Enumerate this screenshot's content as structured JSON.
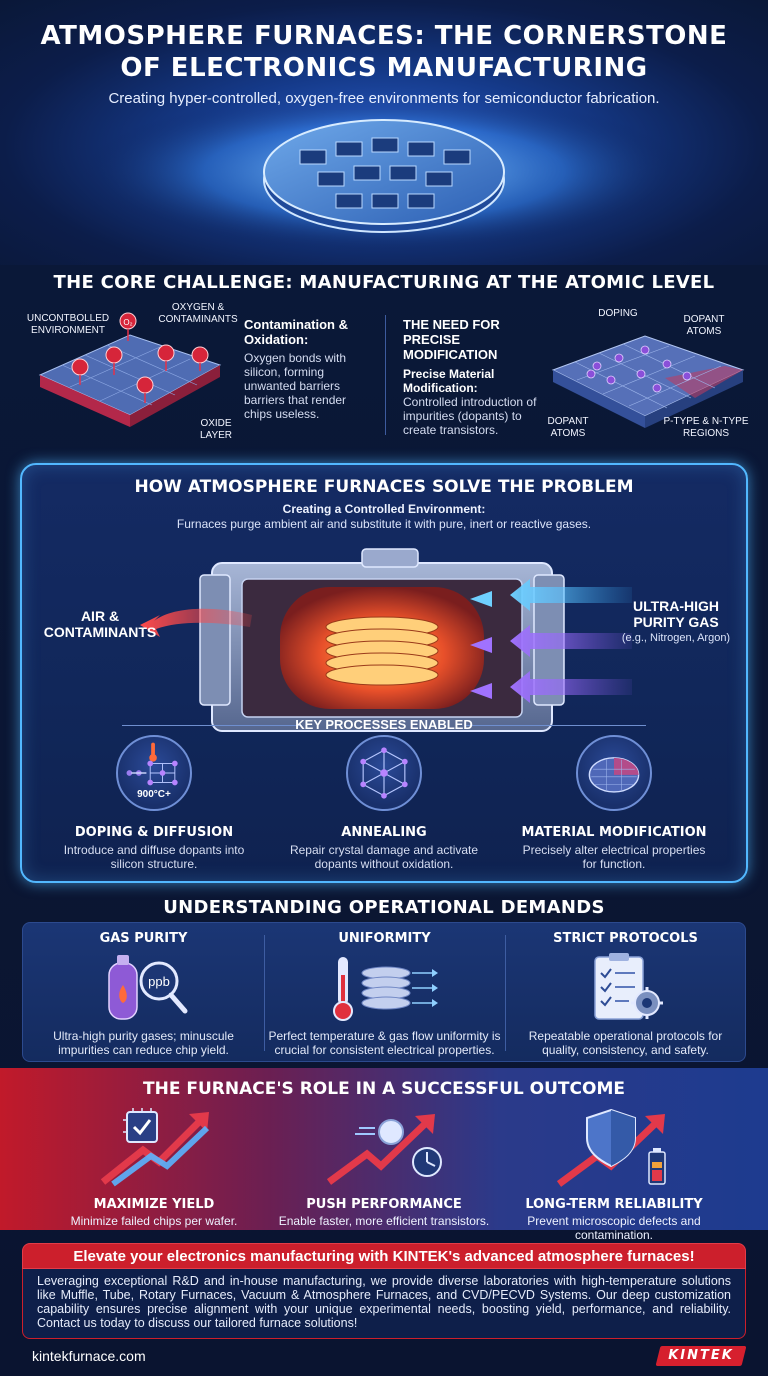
{
  "header": {
    "title": "ATMOSPHERE FURNACES: THE CORNERSTONE OF ELECTRONICS MANUFACTURING",
    "subtitle": "Creating hyper-controlled, oxygen-free environments for semiconductor fabrication."
  },
  "core": {
    "title": "THE CORE CHALLENGE: MANUFACTURING AT THE ATOMIC LEVEL",
    "left_art": {
      "label_env": "UNCONTBOLLED ENVIRONMENT",
      "label_oxy": "OXYGEN & CONTAMINANTS",
      "label_oxide": "OXIDE LAYER",
      "molecule": "O₂"
    },
    "contamination": {
      "title": "Contamination & Oxidation:",
      "body": "Oxygen bonds with silicon, forming unwanted barriers barriers that render chips useless."
    },
    "need": {
      "heading": "THE NEED FOR PRECISE MODIFICATION",
      "title": "Precise Material Modification:",
      "body": "Controlled introduction of impurities (dopants) to create transistors."
    },
    "right_art": {
      "label_doping": "DOPING",
      "label_dopant_top": "DOPANT ATOMS",
      "label_dopant_bottom": "DOPANT ATOMS",
      "label_regions": "P-TYPE & N-TYPE REGIONS"
    }
  },
  "solve": {
    "title": "HOW ATMOSPHERE FURNACES SOLVE THE PROBLEM",
    "sub_title": "Creating a Controlled Environment:",
    "sub_body": "Furnaces purge ambient air and substitute it with pure, inert or reactive gases.",
    "air_label": "AIR & CONTAMINANTS",
    "gas_title": "ULTRA-HIGH PURITY GAS",
    "gas_sub": "(e.g., Nitrogen, Argon)",
    "key_label": "KEY PROCESSES ENABLED",
    "processes": [
      {
        "title": "DOPING & DIFFUSION",
        "body": "Introduce and diffuse dopants into silicon structure.",
        "icon": "doping-icon",
        "badge": "900°C+"
      },
      {
        "title": "ANNEALING",
        "body": "Repair crystal damage and activate dopants without oxidation.",
        "icon": "crystal-lattice-icon"
      },
      {
        "title": "MATERIAL MODIFICATION",
        "body": "Precisely alter electrical properties for function.",
        "icon": "wafer-icon"
      }
    ]
  },
  "demands": {
    "title": "UNDERSTANDING OPERATIONAL DEMANDS",
    "items": [
      {
        "title": "GAS PURITY",
        "body": "Ultra-high purity gases; minuscule impurities can reduce chip yield.",
        "icon": "gas-cylinder-magnifier-icon",
        "badge": "ppb"
      },
      {
        "title": "UNIFORMITY",
        "body": "Perfect temperature & gas flow uniformity is crucial for consistent electrical properties.",
        "icon": "thermometer-wafer-stack-icon"
      },
      {
        "title": "STRICT PROTOCOLS",
        "body": "Repeatable operational protocols for quality, consistency, and safety.",
        "icon": "checklist-gear-icon"
      }
    ]
  },
  "outcome": {
    "title": "THE FURNACE'S ROLE IN A SUCCESSFUL OUTCOME",
    "items": [
      {
        "title": "MAXIMIZE YIELD",
        "body": "Minimize failed chips per wafer.",
        "icon": "chip-check-arrow-icon"
      },
      {
        "title": "PUSH PERFORMANCE",
        "body": "Enable faster, more efficient transistors.",
        "icon": "speed-arrow-clock-icon"
      },
      {
        "title": "LONG-TERM RELIABILITY",
        "body": "Prevent microscopic defects and contamination.",
        "icon": "shield-battery-arrow-icon"
      }
    ]
  },
  "cta": {
    "headline": "Elevate your electronics manufacturing with KINTEK's advanced atmosphere furnaces!",
    "body": "Leveraging exceptional R&D and in-house manufacturing, we provide diverse laboratories with high-temperature solutions like Muffle, Tube, Rotary Furnaces, Vacuum & Atmosphere Furnaces, and CVD/PECVD Systems. Our deep customization capability ensures precise alignment with your unique experimental needs, boosting yield, performance, and reliability. Contact us today to discuss our tailored furnace solutions!"
  },
  "footer": {
    "website": "kintekfurnace.com",
    "brand": "KINTEK"
  },
  "colors": {
    "accent_blue": "#52b8ff",
    "brand_red": "#cc1f2c",
    "background": "#0a1430"
  }
}
